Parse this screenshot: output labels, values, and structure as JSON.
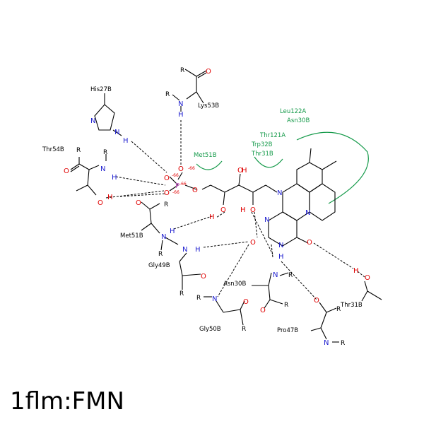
{
  "title": "1flm:FMN",
  "residues": {
    "his27b": "His27B",
    "lys53b": "Lys53B",
    "thr54b": "Thr54B",
    "met51b_a": "Met51B",
    "met51b_b": "Met51B",
    "gly49b": "Gly49B",
    "asn30b_a": "Asn30B",
    "asn30b_b": "Asn30B",
    "gly50b": "Gly50B",
    "pro47b": "Pro47B",
    "thr31b_a": "Thr31B",
    "thr31b_b": "Thr31B",
    "leu122a": "Leu122A",
    "thr121a": "Thr121A",
    "trp32b": "Trp32B"
  },
  "atoms": {
    "R": "R",
    "N": "N",
    "O": "O",
    "H": "H",
    "P": "P",
    "NH": "H"
  },
  "charges": {
    "c1": "-66",
    "c2": "-66",
    "c3": "-66",
    "c4": "-66"
  },
  "colors": {
    "nitrogen": "#2020d0",
    "oxygen": "#e00000",
    "phosphorus": "#c050c0",
    "hydrophobic": "#159a4a"
  }
}
